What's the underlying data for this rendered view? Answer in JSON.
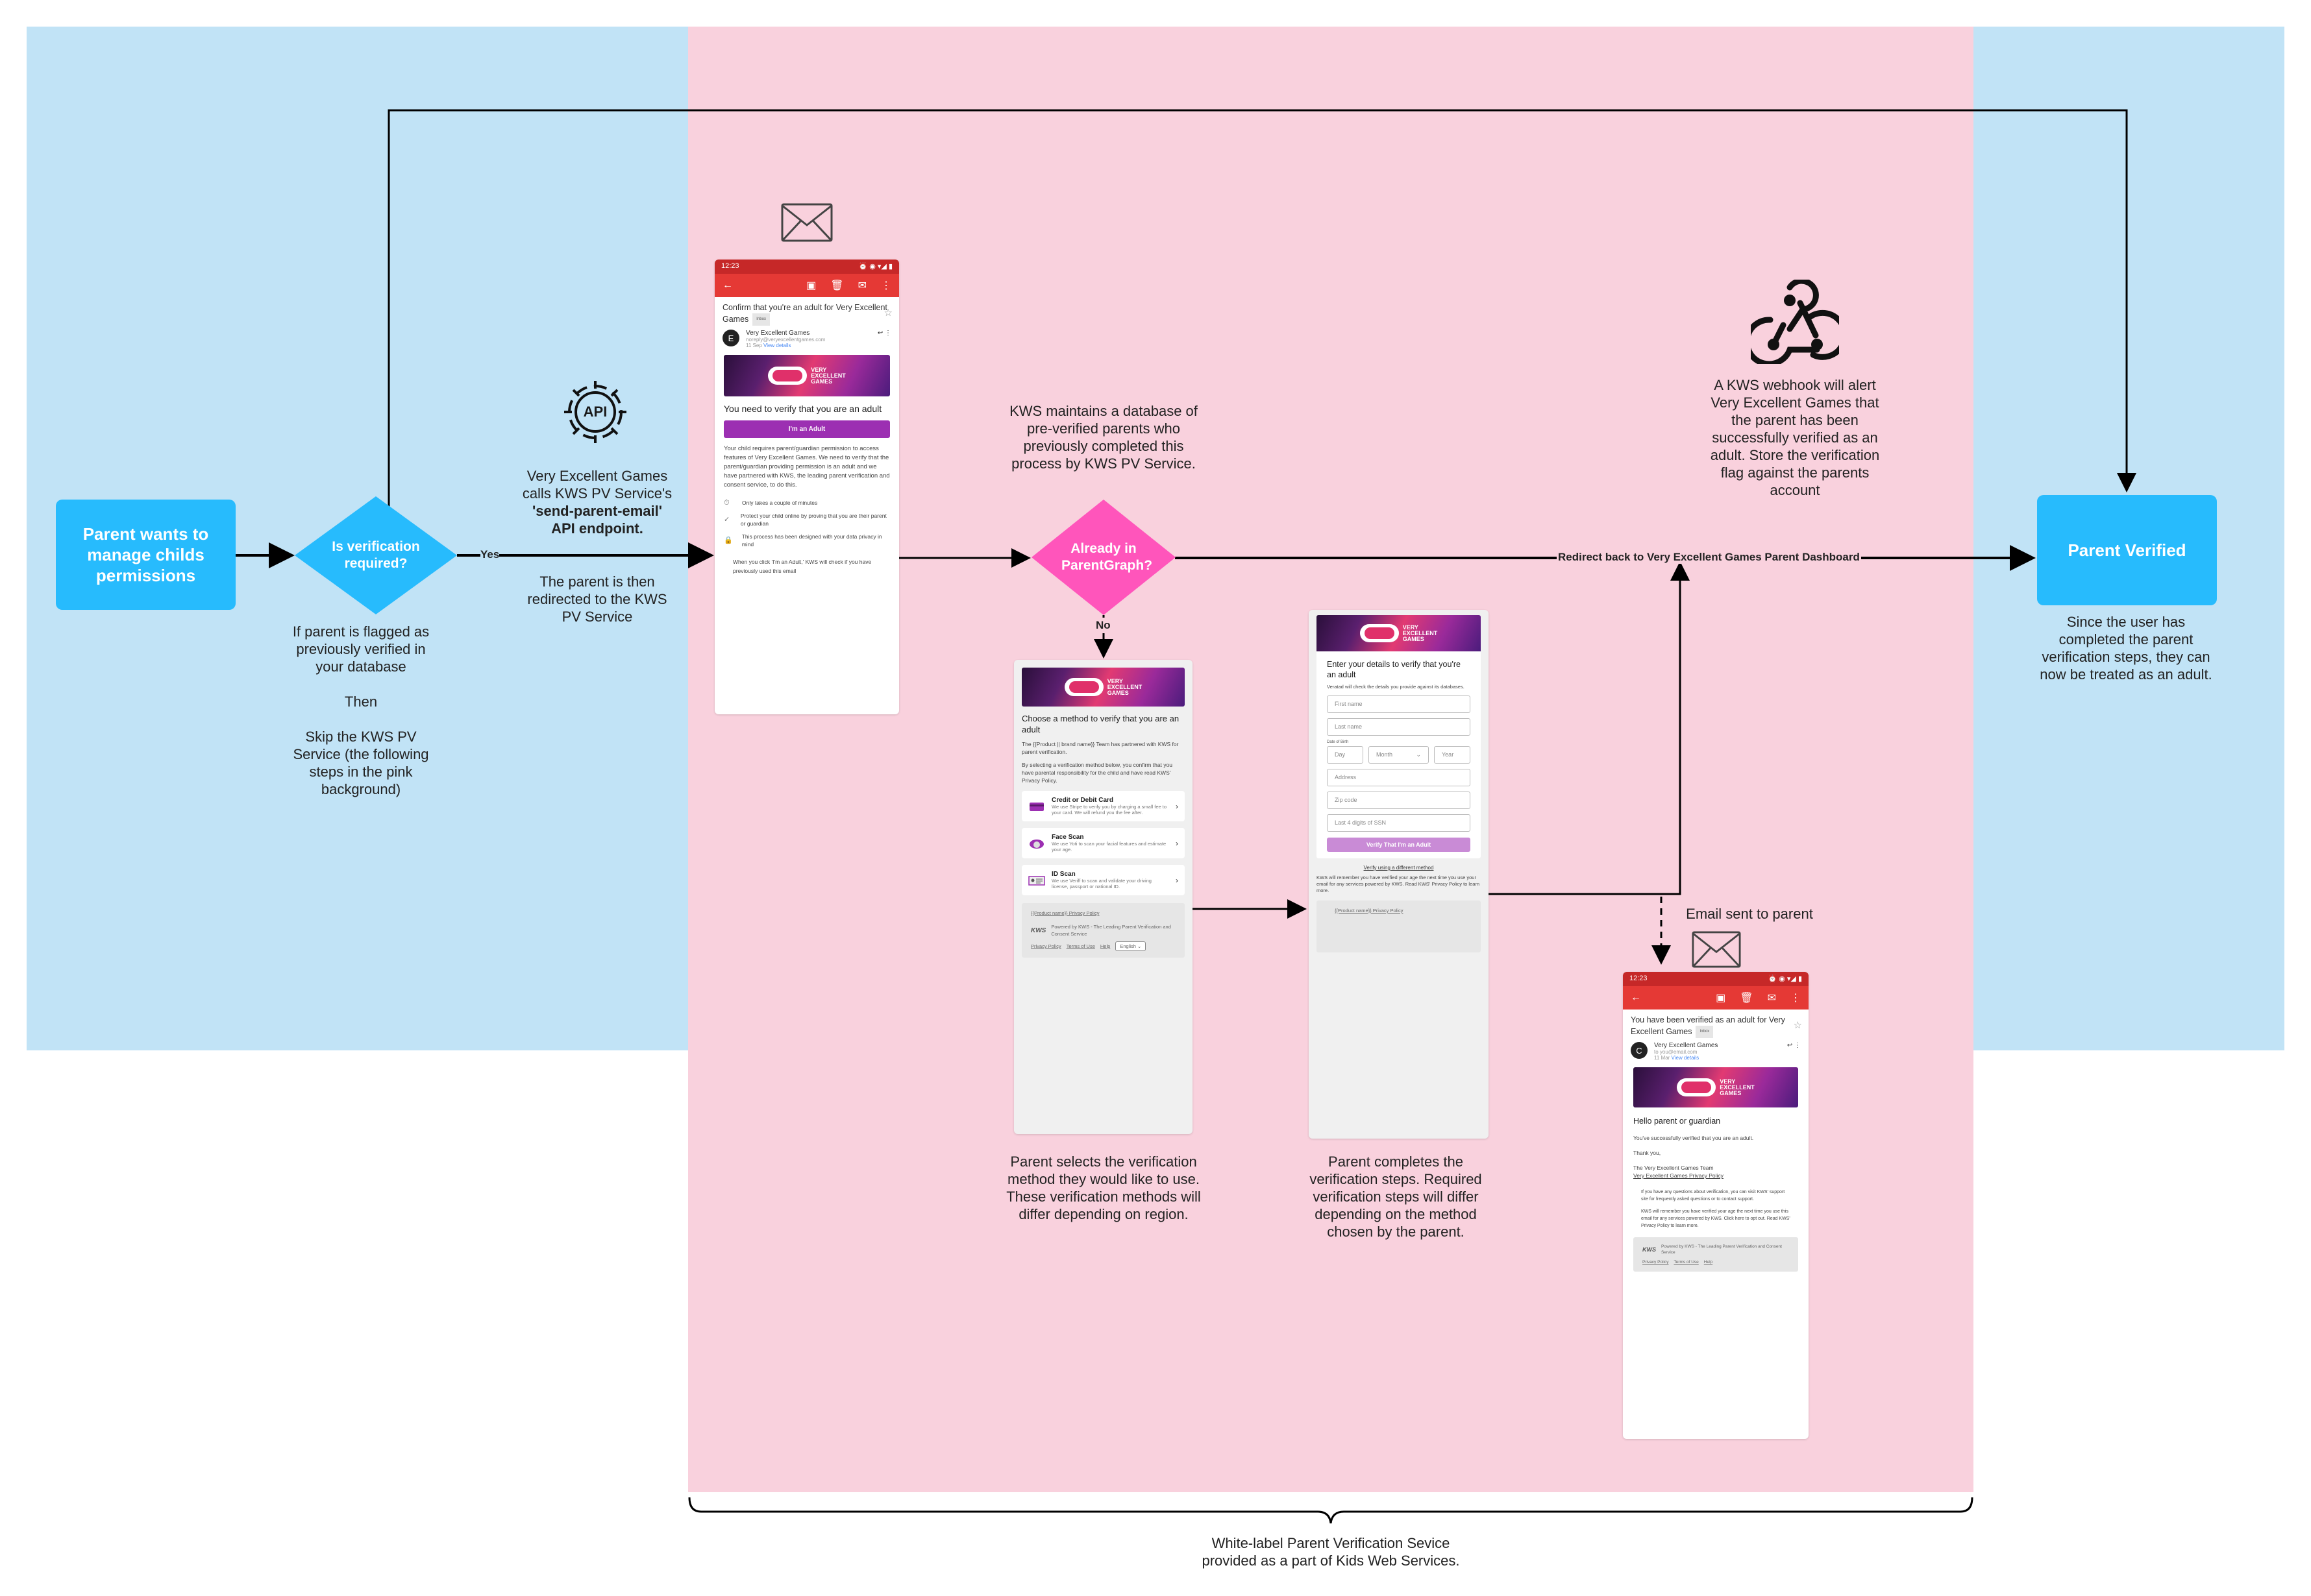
{
  "colors": {
    "blue_zone": "#c1e3f6",
    "pink_zone": "#f9d1dd",
    "node_blue": "#27bbfd",
    "node_pink": "#ff55bb",
    "gmail_red": "#e53935",
    "button_purple": "#9c2fb2"
  },
  "flow": {
    "start": "Parent wants to manage childs permissions",
    "decision1": "Is verification required?",
    "yes_label": "Yes",
    "skip_note": [
      "If parent is flagged as",
      "previously verified in",
      "your database",
      "",
      "Then",
      "",
      "Skip the KWS PV",
      "Service (the following",
      "steps in the pink",
      "background)"
    ],
    "api_note": {
      "line1": "Very Excellent Games",
      "line2": "calls KWS PV Service's",
      "endpoint": "'send-parent-email'",
      "line4": "API endpoint."
    },
    "redirect_note": [
      "The parent is then",
      "redirected to the KWS",
      "PV Service"
    ],
    "kws_db_note": [
      "KWS maintains a database of",
      "pre-verified parents who",
      "previously completed this",
      "process by KWS PV Service."
    ],
    "decision2": "Already in ParentGraph?",
    "no_label": "No",
    "redirect_label": "Redirect back to Very Excellent Games Parent Dashboard",
    "webhook_note": [
      "A KWS webhook will alert",
      "Very Excellent Games that",
      "the parent has been",
      "successfully verified as an",
      "adult. Store the verification",
      "flag against the parents",
      "account"
    ],
    "end": "Parent Verified",
    "end_note": [
      "Since the user has",
      "completed the parent",
      "verification steps, they can",
      "now be treated as an adult."
    ],
    "choose_note": [
      "Parent selects the verification",
      "method they would like to use.",
      "These verification methods will",
      "differ depending on region."
    ],
    "complete_note": [
      "Parent completes the",
      "verification steps. Required",
      "verification steps will differ",
      "depending on the method",
      "chosen by the parent."
    ],
    "email_sent": "Email sent to parent",
    "bracket_label": [
      "White-label Parent Verification Sevice",
      "provided as a part of Kids Web Services."
    ]
  },
  "icons": {
    "api_label": "API"
  },
  "brand": {
    "line1": "VERY",
    "line2": "EXCELLENT",
    "line3": "GAMES"
  },
  "email1": {
    "time": "12:23",
    "subject": "Confirm that you're an adult for Very Excellent Games",
    "badge": "Inbox",
    "avatar": "E",
    "sender": "Very Excellent Games",
    "sender_email": "noreply@veryexcellentgames.com",
    "date": "11 Sep",
    "view_details": "View details",
    "heading": "You need to verify that you are an adult",
    "button": "I'm an Adult",
    "body": "Your child requires parent/guardian permission to access features of Very Excellent Games. We need to verify that the parent/guardian providing permission is an adult and we have partnered with KWS, the leading parent verification and consent service, to do this.",
    "features": [
      "Only takes a couple of minutes",
      "Protect your child online by proving that you are their parent or guardian",
      "This process has been designed with your data privacy in mind"
    ],
    "footer": "When you click 'I'm an Adult,' KWS will check if you have previously used this email"
  },
  "method_page": {
    "heading": "Choose a method to verify that you are an adult",
    "intro": "The {{Product || brand name}} Team has partnered with KWS for parent verification.",
    "consent": "By selecting a verification method below, you confirm that you have parental responsibility for the child and have read KWS' Privacy Policy.",
    "methods": [
      {
        "title": "Credit or Debit Card",
        "desc": "We use Stripe to verify you by charging a small fee to your card. We will refund you the fee after."
      },
      {
        "title": "Face Scan",
        "desc": "We use Yoti to scan your facial features and estimate your age."
      },
      {
        "title": "ID Scan",
        "desc": "We use Veriff to scan and validate your driving license, passport or national ID."
      }
    ],
    "product_privacy": "{{Product name}} Privacy Policy",
    "kws_logo": "KWS",
    "powered": "Powered by KWS - The Leading Parent Verification and Consent Service",
    "links": [
      "Privacy Policy",
      "Terms of Use",
      "Help"
    ],
    "language": "English"
  },
  "details_form": {
    "heading": "Enter your details to verify that you're an adult",
    "intro": "Veratad will check the details you provide against its databases.",
    "first_name": "First name",
    "last_name": "Last name",
    "dob_label": "Date of Birth",
    "day": "Day",
    "month": "Month",
    "year": "Year",
    "address": "Address",
    "zip": "Zip code",
    "ssn": "Last 4 digits of SSN",
    "button": "Verify That I'm an Adult",
    "alt_link": "Verify using a different method",
    "remember": "KWS will remember you have verified your age the next time you use your email for any services powered by KWS. Read KWS' Privacy Policy to learn more.",
    "product_privacy": "{{Product name}} Privacy Policy"
  },
  "email2": {
    "time": "12:23",
    "subject": "You have been verified as an adult for Very Excellent Games",
    "badge": "Inbox",
    "avatar": "C",
    "sender": "Very Excellent Games",
    "sender_email": "to you@email.com",
    "date": "11 Mar",
    "view_details": "View details",
    "heading": "Hello parent or guardian",
    "body": "You've successfully verified that you are an adult.",
    "thanks": "Thank you,",
    "team": "The Very Excellent Games Team",
    "privacy": "Very Excellent Games Privacy Policy",
    "support": "If you have any questions about verification, you can visit KWS' support site for frequently asked questions or to contact support.",
    "remember": "KWS will remember you have verified your age the next time you use this email for any services powered by KWS. Click here to opt out. Read KWS' Privacy Policy to learn more.",
    "kws_logo": "KWS",
    "powered": "Powered by KWS - The Leading Parent Verification and Consent Service",
    "links": [
      "Privacy Policy",
      "Terms of Use",
      "Help"
    ]
  }
}
